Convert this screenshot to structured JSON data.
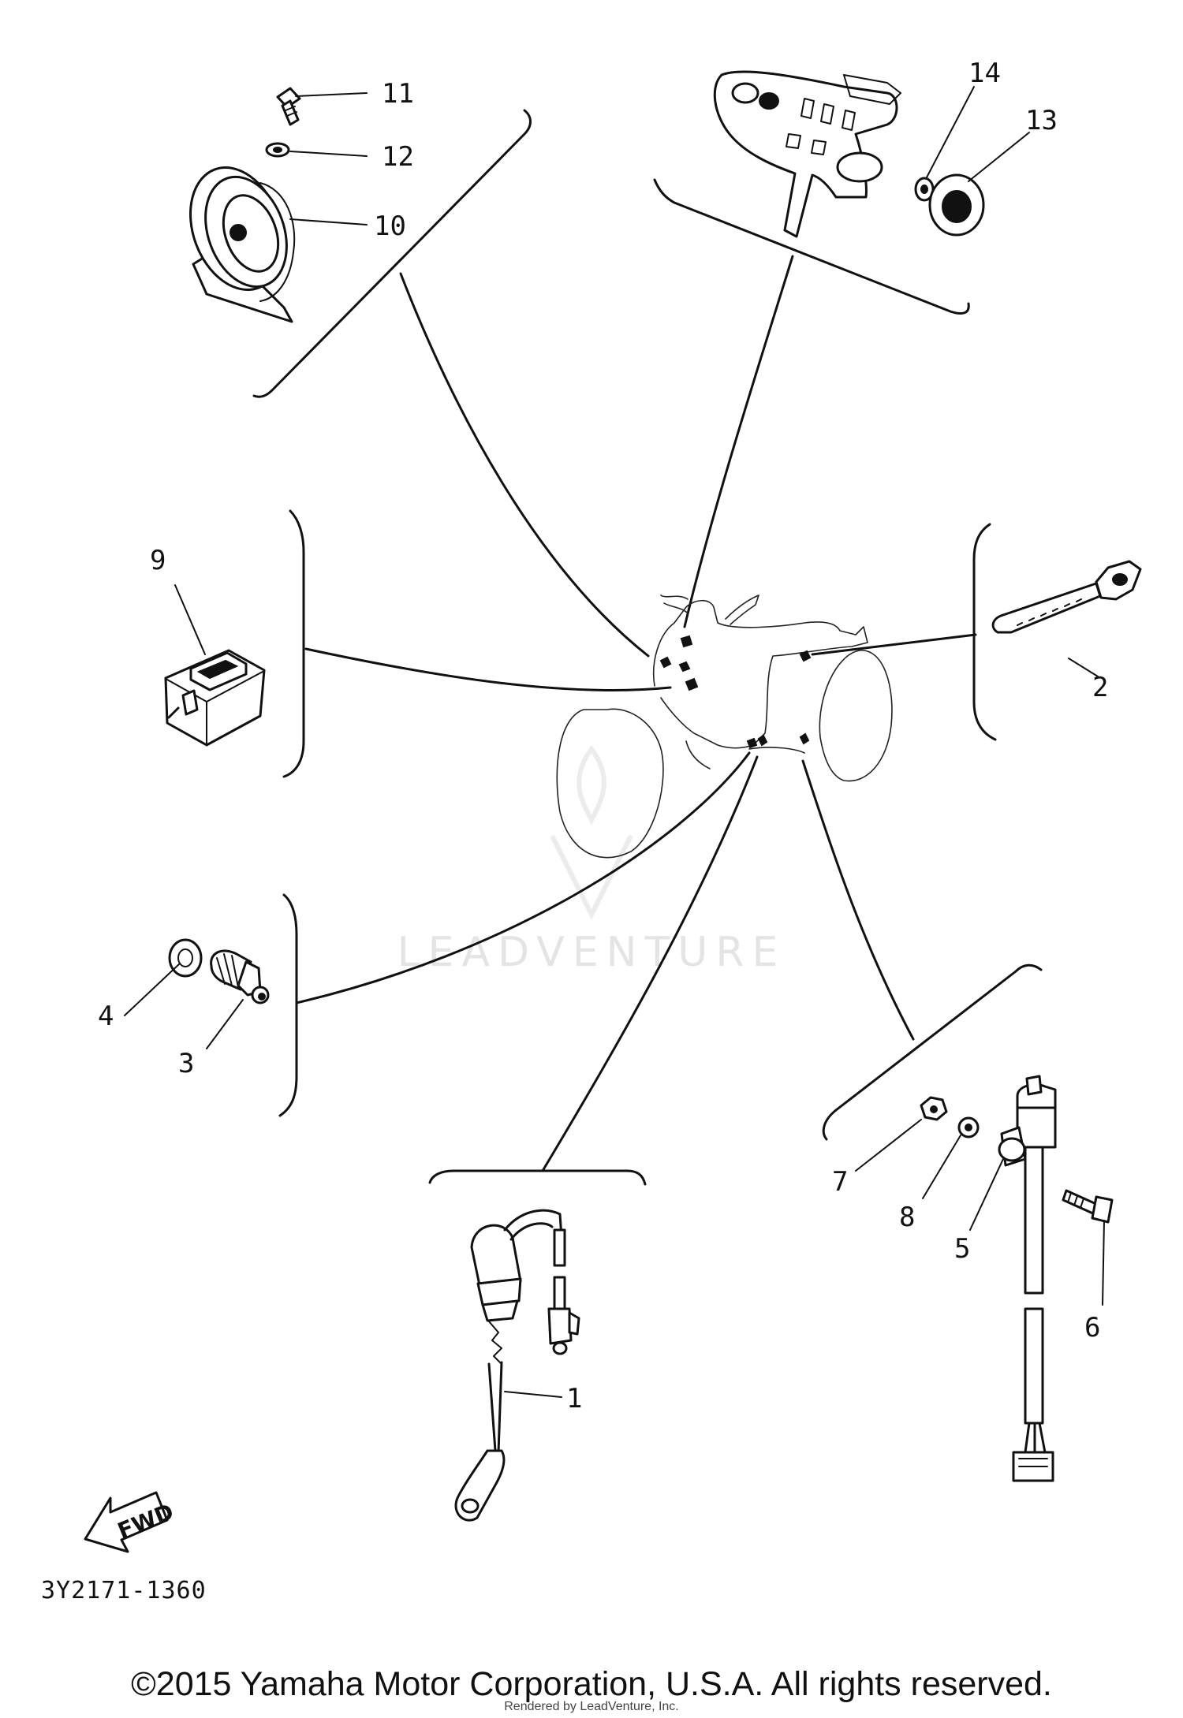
{
  "diagram": {
    "callouts": {
      "c1": "1",
      "c2": "2",
      "c3": "3",
      "c4": "4",
      "c5": "5",
      "c6": "6",
      "c7": "7",
      "c8": "8",
      "c9": "9",
      "c10": "10",
      "c11": "11",
      "c12": "12",
      "c13": "13",
      "c14": "14"
    },
    "fwd_label": "FWD",
    "watermark": "LEADVENTURE"
  },
  "footer": {
    "doc_code": "3Y2171-1360",
    "copyright": "©2015 Yamaha Motor Corporation, U.S.A. All rights reserved.",
    "rendered_by": "Rendered by LeadVenture, Inc."
  }
}
